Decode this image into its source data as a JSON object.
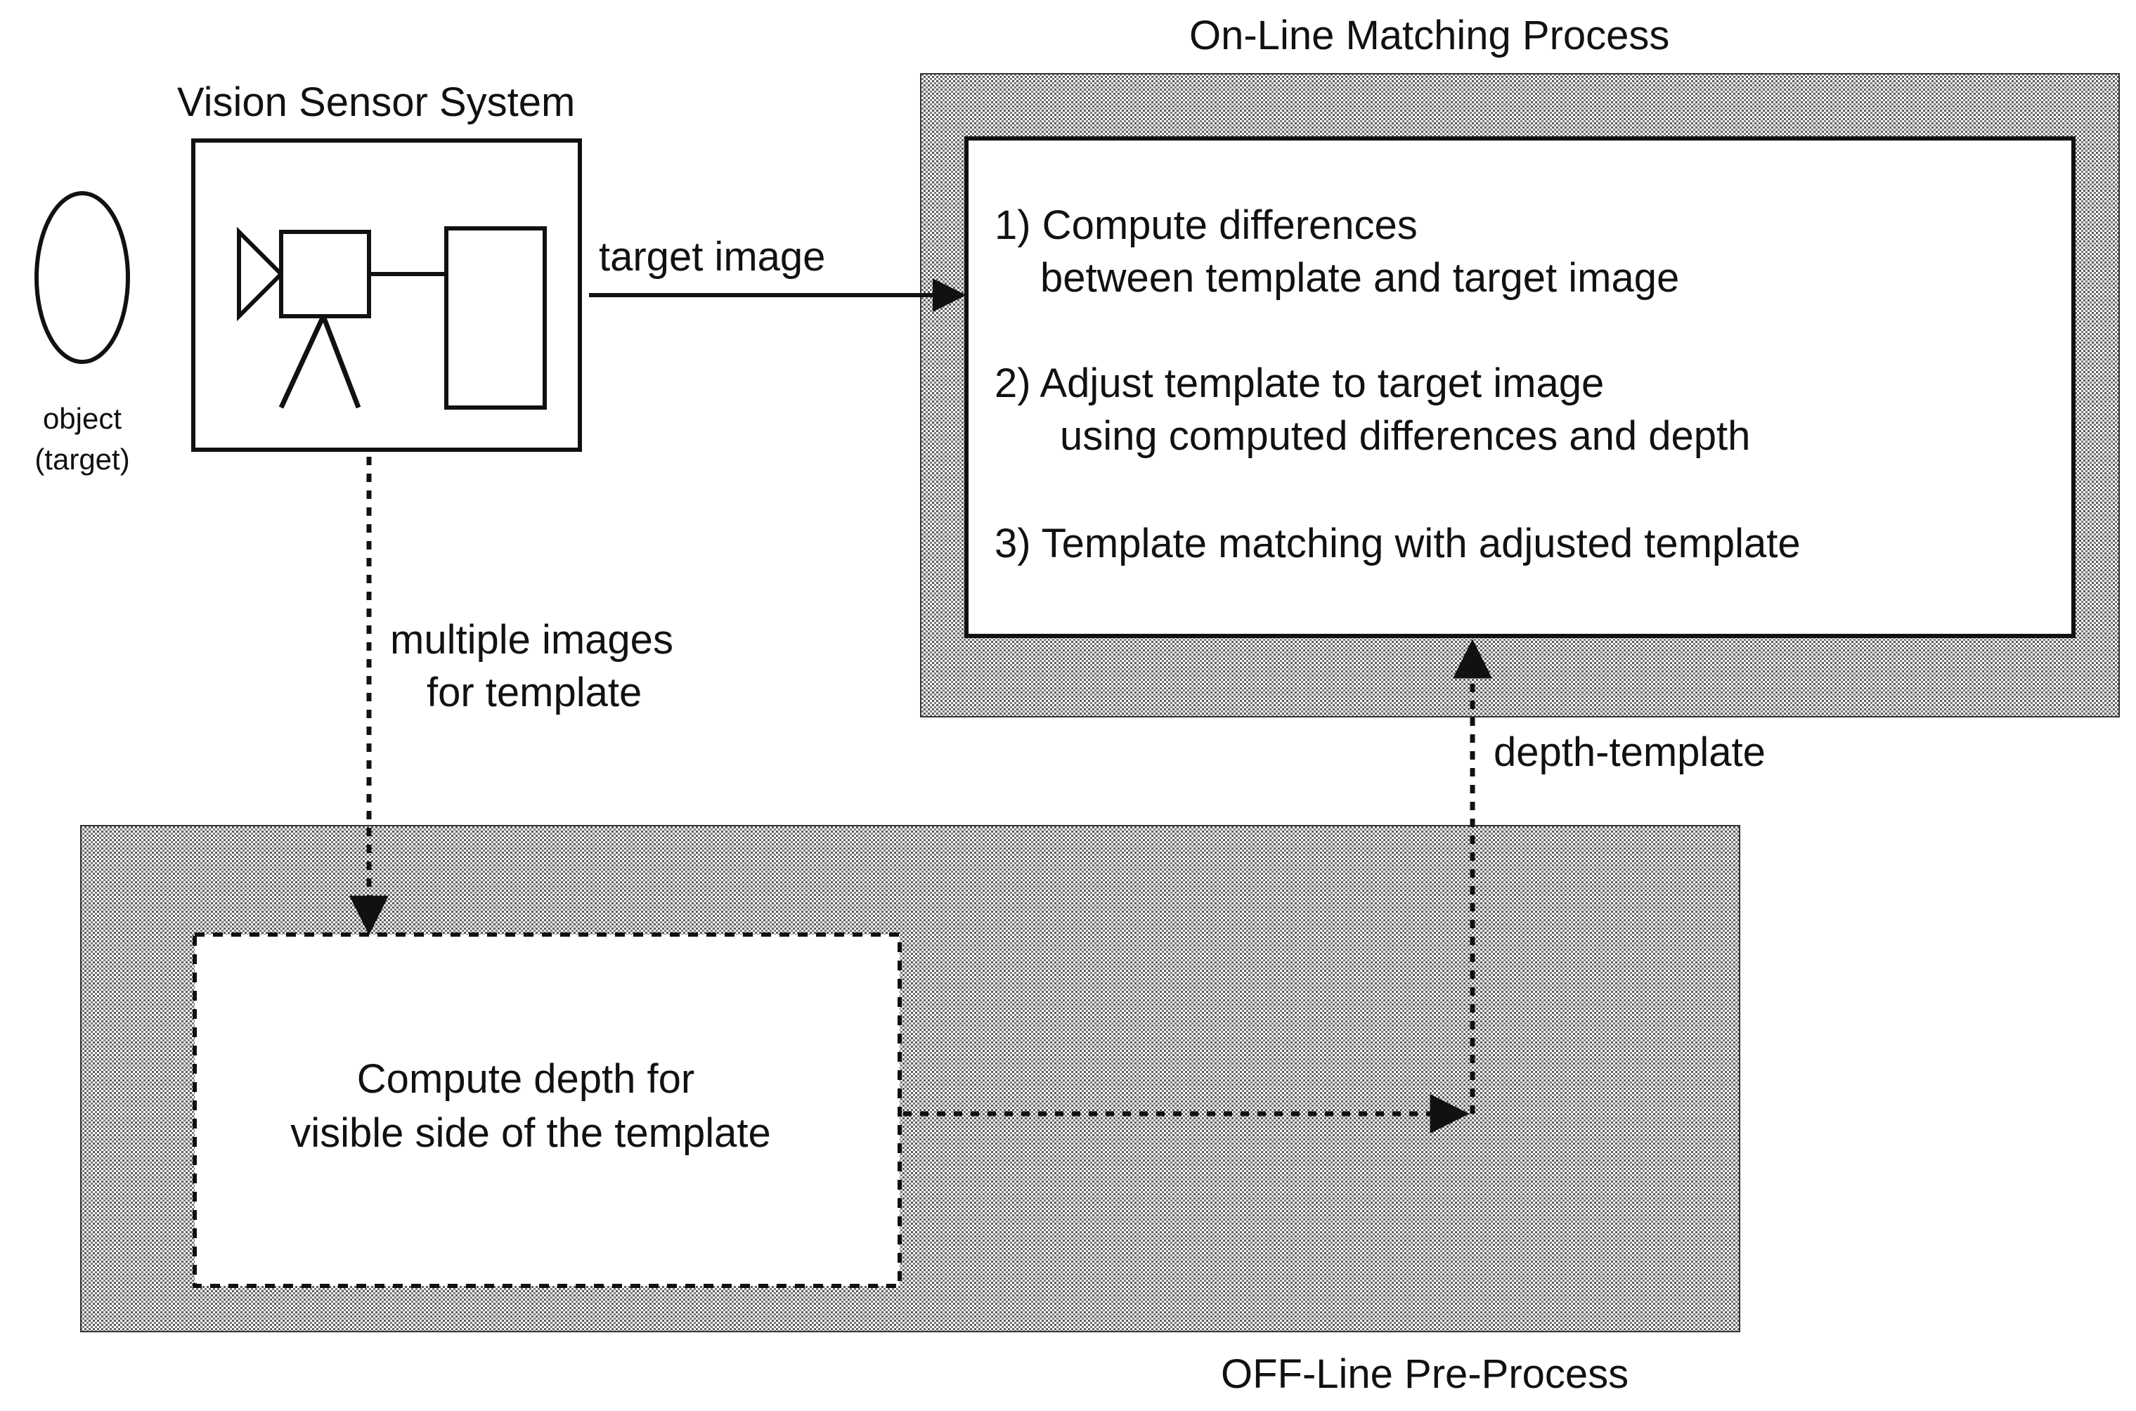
{
  "titles": {
    "vision_sensor_system": "Vision Sensor System",
    "online_process": "On-Line Matching Process",
    "offline_process": "OFF-Line Pre-Process"
  },
  "object_label": {
    "line1": "object",
    "line2": "(target)"
  },
  "arrows": {
    "target_image": "target image",
    "multiple_images_line1": "multiple images",
    "multiple_images_line2": "for template",
    "depth_template": "depth-template"
  },
  "online_steps": [
    {
      "line1": "1) Compute differences",
      "line2": "between template and target image"
    },
    {
      "line1": "2) Adjust template to target image",
      "line2": "using computed differences and depth"
    },
    {
      "line1": "3) Template matching with adjusted template"
    }
  ],
  "offline_box": {
    "line1": "Compute depth for",
    "line2": "visible side of the template"
  }
}
